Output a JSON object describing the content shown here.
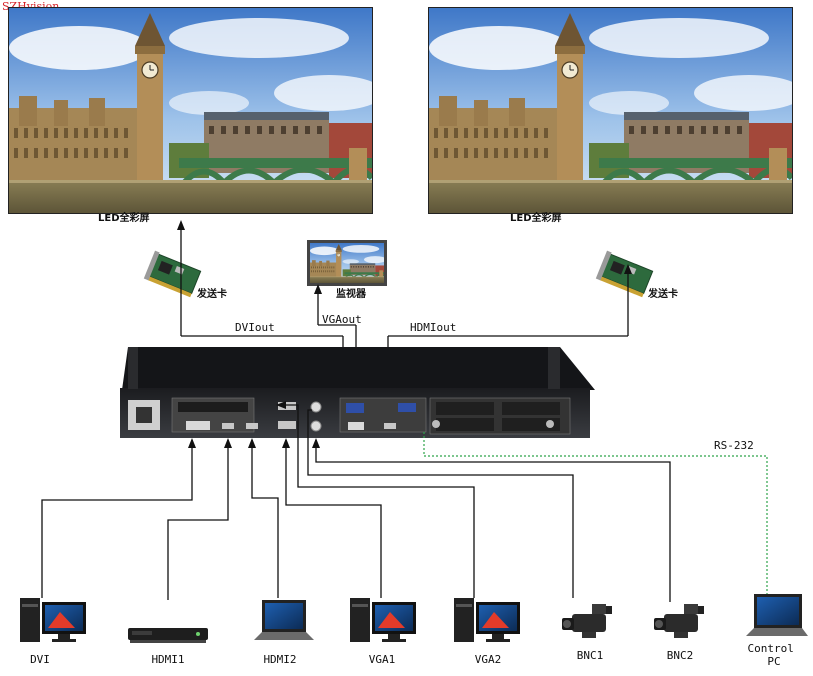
{
  "brand": "SZHvision",
  "screens": [
    {
      "label": "LED全彩屏"
    },
    {
      "label": "LED全彩屏"
    }
  ],
  "monitor": {
    "label": "监视器"
  },
  "sender_cards": [
    {
      "label": "发送卡"
    },
    {
      "label": "发送卡"
    }
  ],
  "outputs": {
    "dvi": "DVIout",
    "vga": "VGAout",
    "hdmi": "HDMIout"
  },
  "rs232": "RS-232",
  "sources": [
    {
      "label": "DVI",
      "icon": "desktop-pc-icon"
    },
    {
      "label": "HDMI1",
      "icon": "set-top-box-icon"
    },
    {
      "label": "HDMI2",
      "icon": "laptop-icon"
    },
    {
      "label": "VGA1",
      "icon": "desktop-pc-icon"
    },
    {
      "label": "VGA2",
      "icon": "desktop-pc-icon"
    },
    {
      "label": "BNC1",
      "icon": "video-camera-icon"
    },
    {
      "label": "BNC2",
      "icon": "video-camera-icon"
    },
    {
      "label": "Control PC",
      "icon": "laptop-icon"
    }
  ],
  "colors": {
    "wire": "#111111",
    "rs232_line": "#2ea34a",
    "brand": "#d8232a",
    "device_body": "#2b2d31"
  }
}
